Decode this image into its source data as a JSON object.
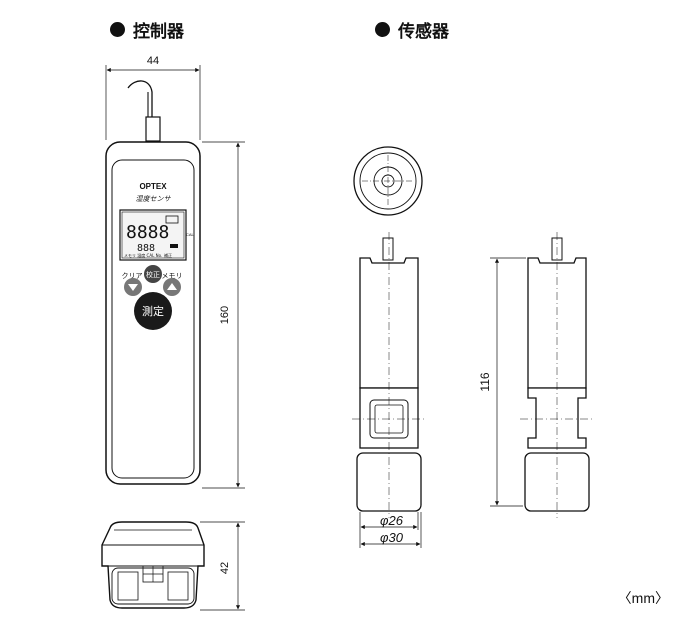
{
  "titles": {
    "controller": "控制器",
    "sensor": "传感器"
  },
  "device": {
    "brand": "OPTEX",
    "model": "湿度センサ",
    "lcd_main": "8888",
    "lcd_sub": "888",
    "lcd_unit_label": "CAL",
    "lcd_bottom_left": "メモリ 湿度 CAL No.",
    "lcd_bottom_right": "補正",
    "btn_clear": "クリア",
    "btn_calibrate": "校正",
    "btn_memory": "メモリ",
    "btn_measure": "測定"
  },
  "dimensions": {
    "controller_width": "44",
    "controller_height": "160",
    "controller_depth": "42",
    "sensor_length": "116",
    "sensor_diameter_inner": "φ26",
    "sensor_diameter_outer": "φ30"
  },
  "unit": "〈mm〉"
}
